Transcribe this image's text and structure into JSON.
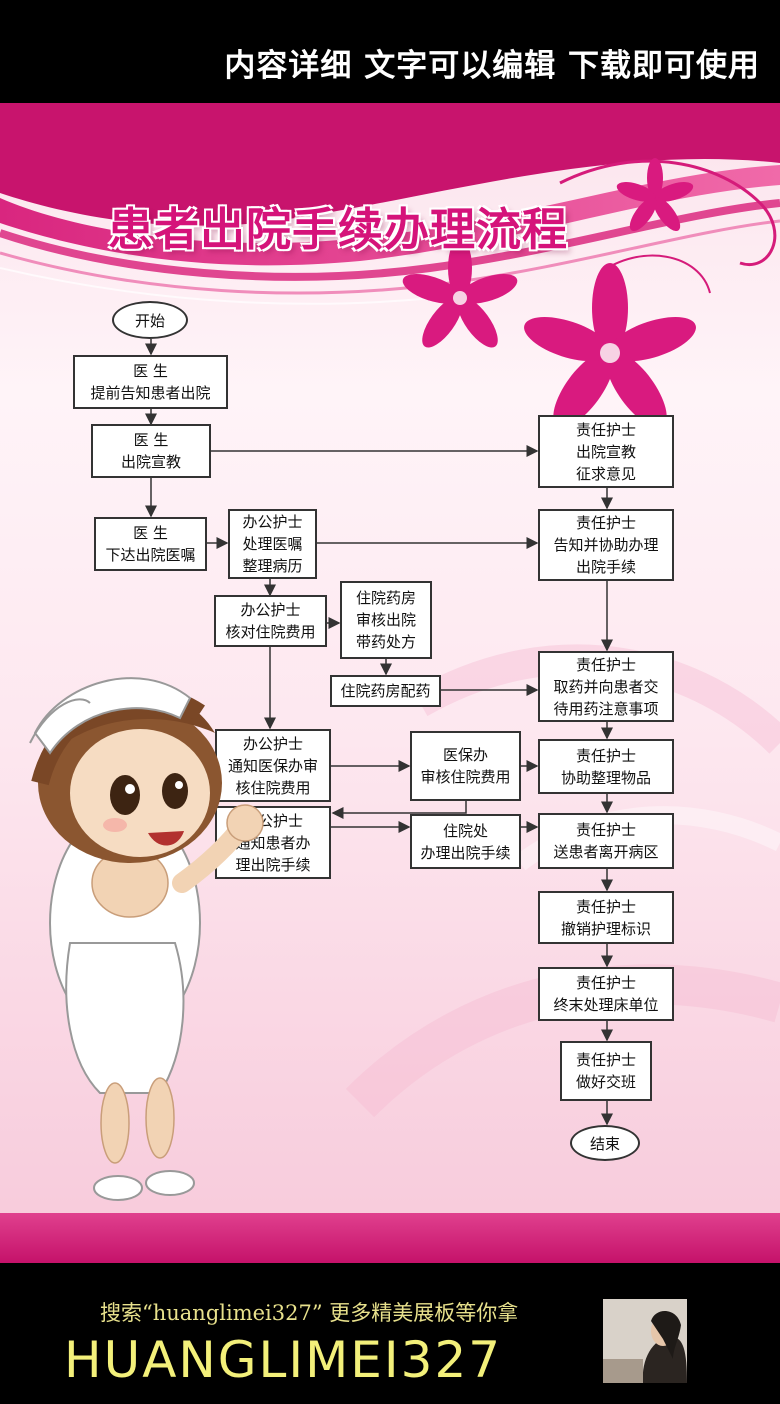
{
  "header": {
    "banner_text": "内容详细  文字可以编辑  下载即可使用"
  },
  "poster": {
    "title": "患者出院手续办理流程",
    "colors": {
      "accent": "#d5137a",
      "background_light": "#fbe3ec",
      "stripe": "#c5126a",
      "banner_text": "#f3f07a"
    }
  },
  "flow": {
    "start": "开始",
    "end": "结束",
    "doctor_notify": [
      "医  生",
      "提前告知患者出院"
    ],
    "doctor_educate": [
      "医  生",
      "出院宣教"
    ],
    "doctor_order": [
      "医  生",
      "下达出院医嘱"
    ],
    "office_nurse_order": [
      "办公护士",
      "处理医嘱",
      "整理病历"
    ],
    "office_nurse_check": [
      "办公护士",
      "核对住院费用"
    ],
    "pharmacy_review": [
      "住院药房",
      "审核出院",
      "带药处方"
    ],
    "pharmacy_dispense": [
      "住院药房配药"
    ],
    "office_nurse_insurance": [
      "办公护士",
      "通知医保办审",
      "核住院费用"
    ],
    "insurance_office": [
      "医保办",
      "审核住院费用"
    ],
    "office_nurse_notify": [
      "办公护士",
      "通知患者办",
      "理出院手续"
    ],
    "discharge_office": [
      "住院处",
      "办理出院手续"
    ],
    "rn_educate": [
      "责任护士",
      "出院宣教",
      "征求意见"
    ],
    "rn_inform": [
      "责任护士",
      "告知并协助办理",
      "出院手续"
    ],
    "rn_medicine": [
      "责任护士",
      "取药并向患者交",
      "待用药注意事项"
    ],
    "rn_belongings": [
      "责任护士",
      "协助整理物品"
    ],
    "rn_escort": [
      "责任护士",
      "送患者离开病区"
    ],
    "rn_remove_id": [
      "责任护士",
      "撤销护理标识"
    ],
    "rn_bed": [
      "责任护士",
      "终末处理床单位"
    ],
    "rn_handover": [
      "责任护士",
      "做好交班"
    ]
  },
  "footer": {
    "search_text": "搜索“huanglimei327” 更多精美展板等你拿",
    "brand": "HUANGLIMEI327"
  }
}
